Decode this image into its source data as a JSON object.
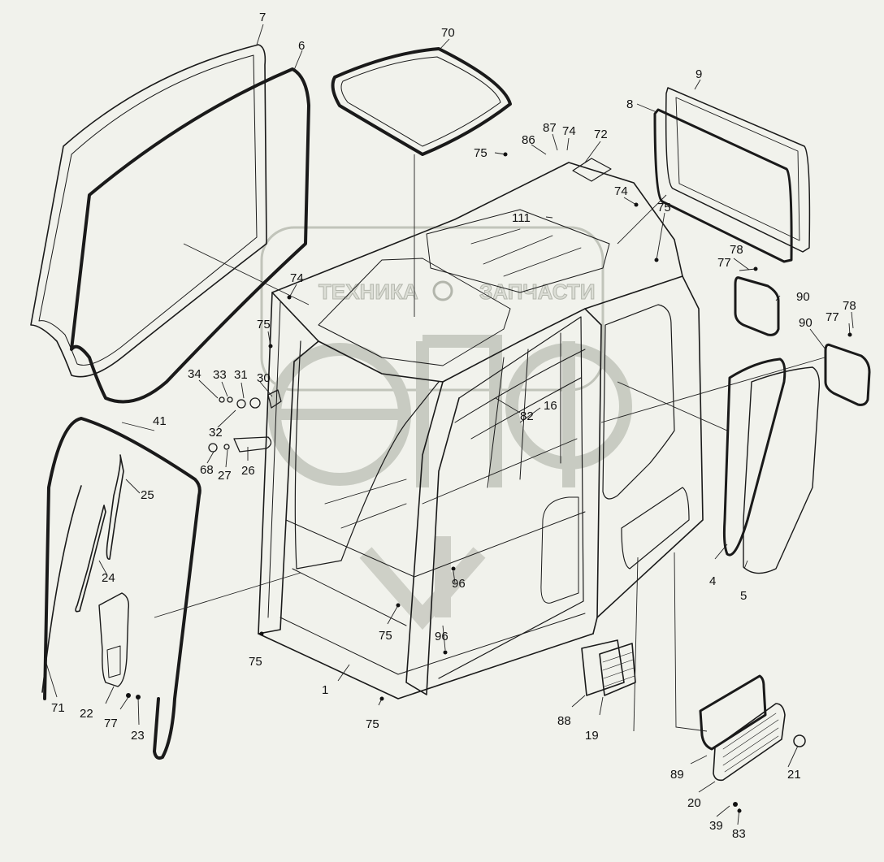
{
  "watermark": {
    "text_left": "ТЕХНИКА",
    "text_right": "ЗАПЧАСТИ"
  },
  "callouts": [
    {
      "id": "c7",
      "label": "7"
    },
    {
      "id": "c6",
      "label": "6"
    },
    {
      "id": "c70",
      "label": "70"
    },
    {
      "id": "c9",
      "label": "9"
    },
    {
      "id": "c8",
      "label": "8"
    },
    {
      "id": "c87",
      "label": "87"
    },
    {
      "id": "c86",
      "label": "86"
    },
    {
      "id": "c74a",
      "label": "74"
    },
    {
      "id": "c72",
      "label": "72"
    },
    {
      "id": "c75a",
      "label": "75"
    },
    {
      "id": "c74b",
      "label": "74"
    },
    {
      "id": "c75b",
      "label": "75"
    },
    {
      "id": "c111",
      "label": "111"
    },
    {
      "id": "c78a",
      "label": "78"
    },
    {
      "id": "c77a",
      "label": "77"
    },
    {
      "id": "c90a",
      "label": "90"
    },
    {
      "id": "c74c",
      "label": "74"
    },
    {
      "id": "c75c",
      "label": "75"
    },
    {
      "id": "c90b",
      "label": "90"
    },
    {
      "id": "c77b",
      "label": "77"
    },
    {
      "id": "c78b",
      "label": "78"
    },
    {
      "id": "c34",
      "label": "34"
    },
    {
      "id": "c33",
      "label": "33"
    },
    {
      "id": "c31",
      "label": "31"
    },
    {
      "id": "c30",
      "label": "30"
    },
    {
      "id": "c16",
      "label": "16"
    },
    {
      "id": "c82",
      "label": "82"
    },
    {
      "id": "c41",
      "label": "41"
    },
    {
      "id": "c32",
      "label": "32"
    },
    {
      "id": "c68",
      "label": "68"
    },
    {
      "id": "c27",
      "label": "27"
    },
    {
      "id": "c26",
      "label": "26"
    },
    {
      "id": "c25",
      "label": "25"
    },
    {
      "id": "c24",
      "label": "24"
    },
    {
      "id": "c96a",
      "label": "96"
    },
    {
      "id": "c4",
      "label": "4"
    },
    {
      "id": "c5",
      "label": "5"
    },
    {
      "id": "c75d",
      "label": "75"
    },
    {
      "id": "c96b",
      "label": "96"
    },
    {
      "id": "c75e",
      "label": "75"
    },
    {
      "id": "c1",
      "label": "1"
    },
    {
      "id": "c71",
      "label": "71"
    },
    {
      "id": "c22",
      "label": "22"
    },
    {
      "id": "c77c",
      "label": "77"
    },
    {
      "id": "c23",
      "label": "23"
    },
    {
      "id": "c75f",
      "label": "75"
    },
    {
      "id": "c88",
      "label": "88"
    },
    {
      "id": "c19",
      "label": "19"
    },
    {
      "id": "c89",
      "label": "89"
    },
    {
      "id": "c21",
      "label": "21"
    },
    {
      "id": "c20",
      "label": "20"
    },
    {
      "id": "c39",
      "label": "39"
    },
    {
      "id": "c83",
      "label": "83"
    }
  ]
}
